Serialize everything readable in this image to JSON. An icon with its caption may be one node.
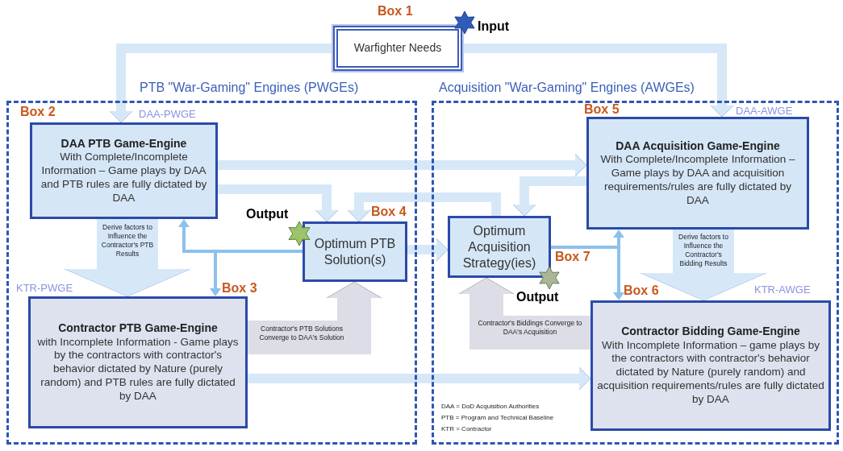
{
  "diagram": {
    "nodes": [
      {
        "text": [
          "PTB \"War-Gaming\" Engines (PWGEs)"
        ]
      },
      {
        "text": [
          "Acquisition \"War-Gaming\" Engines (AWGEs)"
        ]
      },
      {
        "text": [
          "Warfighter Needs"
        ],
        "beside": [
          "Box 1",
          "Input"
        ]
      },
      {
        "text": [
          "DAA PTB Game-Engine",
          "With Complete/Incomplete Information – Game plays by DAA and PTB rules are fully dictated by DAA"
        ],
        "in": 0,
        "beside": [
          "Box 2",
          "DAA-PWGE"
        ]
      },
      {
        "text": [
          "Optimum PTB Solution(s)"
        ],
        "in": 0,
        "beside": [
          "Box 4",
          "Output"
        ]
      },
      {
        "text": [
          "Contractor PTB Game-Engine",
          "with Incomplete Information - Game plays by the contractors with contractor's behavior dictated by Nature (purely random) and PTB rules are fully dictated by DAA"
        ],
        "in": 0,
        "beside": [
          "Box 3",
          "KTR-PWGE"
        ]
      },
      {
        "text": [
          "Optimum Acquisition Strategy(ies)"
        ],
        "in": 1,
        "beside": [
          "Box 7",
          "Output"
        ]
      },
      {
        "text": [
          "DAA Acquisition Game-Engine",
          "With Complete/Incomplete Information – Game plays by DAA and acquisition requirements/rules are fully dictated by DAA"
        ],
        "in": 1,
        "beside": [
          "Box 5",
          "DAA-AWGE"
        ]
      },
      {
        "text": [
          "Contractor Bidding Game-Engine",
          "With Incomplete Information – game plays by the contractors with contractor's behavior dictated by Nature (purely random) and acquisition requirements/rules are fully dictated by DAA"
        ],
        "in": 1,
        "beside": [
          "Box 6",
          "KTR-AWGE"
        ]
      }
    ],
    "edges": [
      {
        "from": 2,
        "to": 3,
        "arrow": "to"
      },
      {
        "from": 2,
        "to": 7,
        "arrow": "to"
      },
      {
        "from": 3,
        "to": 7,
        "arrow": "to"
      },
      {
        "from": 3,
        "to": 4,
        "arrow": "to"
      },
      {
        "from": 6,
        "to": 4,
        "arrow": "to"
      },
      {
        "from": 7,
        "to": 6,
        "arrow": "to"
      },
      {
        "from": 4,
        "to": 6,
        "arrow": "to"
      },
      {
        "from": 3,
        "to": 5,
        "arrow": "to",
        "style": "thick",
        "label": "Derive factors to Influence the Contractor's PTB Results"
      },
      {
        "from": 4,
        "to": 3,
        "arrow": "to",
        "color": "#8cc1ec"
      },
      {
        "from": 4,
        "to": 5,
        "arrow": "to",
        "color": "#8cc1ec"
      },
      {
        "from": 5,
        "to": 4,
        "arrow": "to",
        "style": "thick",
        "color": "#dcdde6",
        "label": "Contractor's PTB Solutions Converge to DAA's Solution"
      },
      {
        "from": 5,
        "to": 8,
        "arrow": "to"
      },
      {
        "from": 7,
        "to": 8,
        "arrow": "to",
        "style": "thick",
        "label": "Derive factors to Influence the Contractor's Bidding Results"
      },
      {
        "from": 6,
        "to": 7,
        "arrow": "to",
        "color": "#8cc1ec"
      },
      {
        "from": 6,
        "to": 8,
        "arrow": "to",
        "color": "#8cc1ec"
      },
      {
        "from": 8,
        "to": 6,
        "arrow": "to",
        "style": "thick",
        "color": "#dcdde6",
        "label": "Contractor's Biddings Converge to DAA's Acquisition"
      }
    ],
    "labels": [
      "DAA = DoD Acquisition Authorities",
      "PTB = Program and Technical Baseline",
      "KTR = Contractor"
    ]
  }
}
